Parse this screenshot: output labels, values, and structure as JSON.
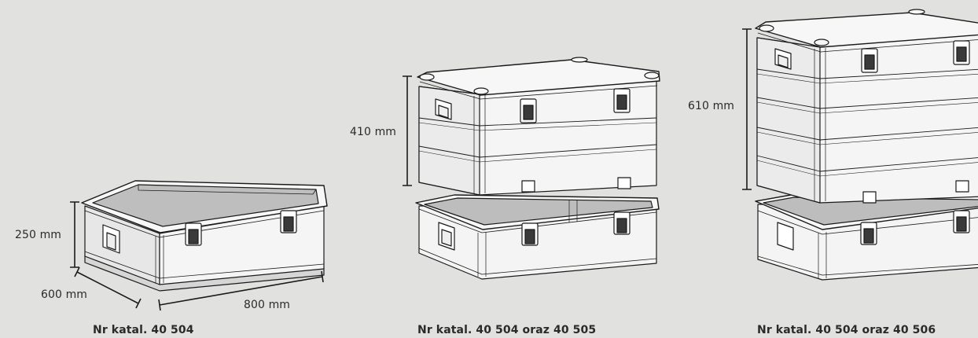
{
  "products": [
    {
      "caption": "Nr katal. 40 504",
      "height_label": "250 mm",
      "depth_label": "600 mm",
      "width_label": "800 mm"
    },
    {
      "caption": "Nr katal. 40 504 oraz 40 505",
      "height_label": "410 mm"
    },
    {
      "caption": "Nr katal. 40 504 oraz 40 506",
      "height_label": "610 mm"
    }
  ],
  "colors": {
    "background": "#e1e1df",
    "box_front": "#f4f4f4",
    "box_side": "#e9e9e9",
    "box_inner": "#bcbcbc",
    "outline": "#1a1a1a"
  }
}
